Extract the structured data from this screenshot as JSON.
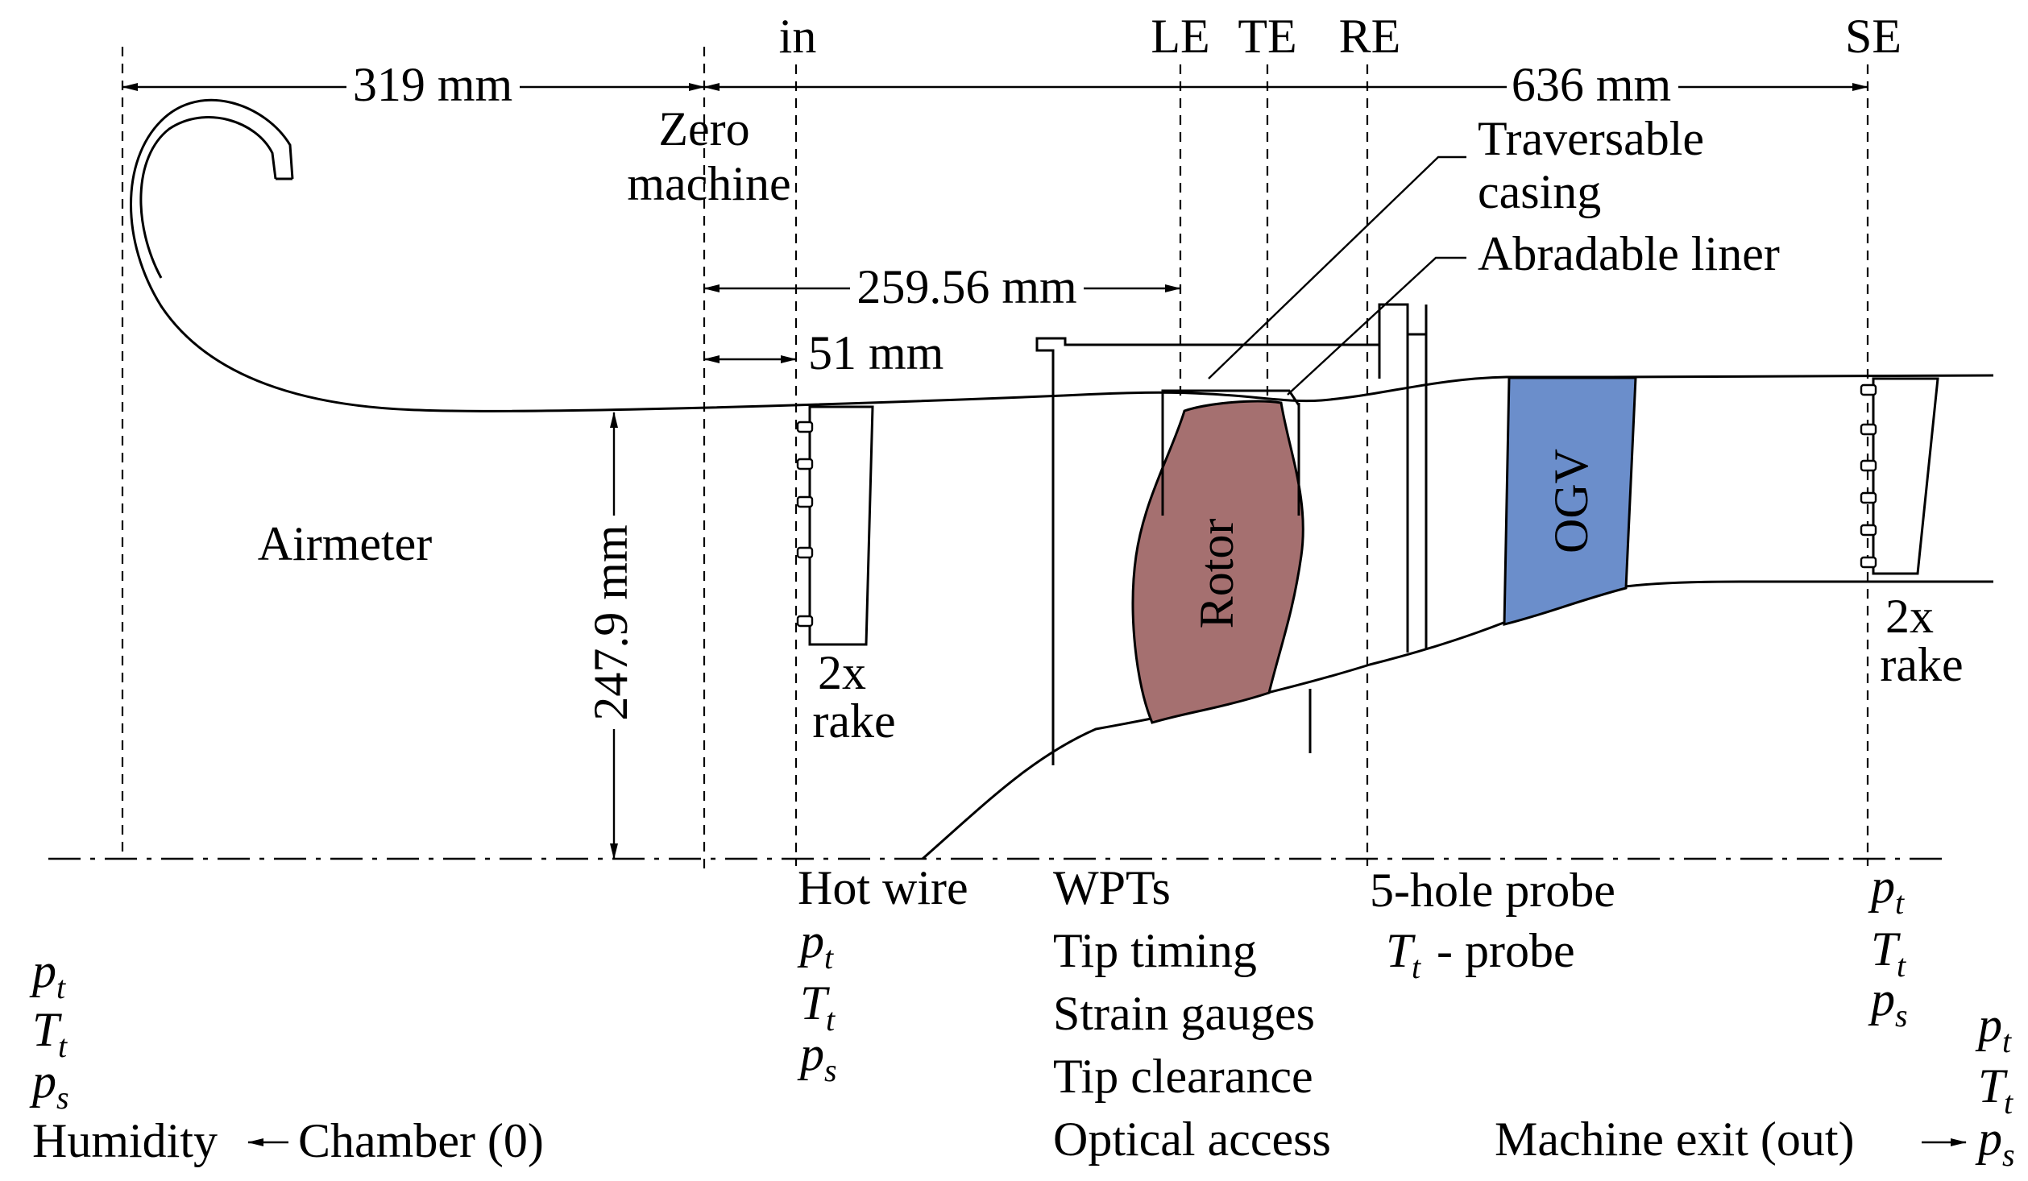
{
  "colors": {
    "rotor": "#a57070",
    "ogv": "#6b8ecb"
  },
  "stations": {
    "in": "in",
    "le": "LE",
    "te": "TE",
    "re": "RE",
    "se": "SE"
  },
  "dimensions": {
    "d319": "319 mm",
    "d636": "636 mm",
    "d259": "259.56 mm",
    "d51": "51 mm",
    "d247": "247.9 mm"
  },
  "labels": {
    "zero_machine_1": "Zero",
    "zero_machine_2": "machine",
    "traversable_1": "Traversable",
    "traversable_2": "casing",
    "abradable": "Abradable liner",
    "airmeter": "Airmeter",
    "rotor": "Rotor",
    "ogv": "OGV",
    "rake_in_1": "2x",
    "rake_in_2": "rake",
    "rake_se_1": "2x",
    "rake_se_2": "rake"
  },
  "measurements": {
    "hot_wire": "Hot wire",
    "wpts": "WPTs",
    "tip_timing": "Tip timing",
    "strain_gauges": "Strain gauges",
    "tip_clearance": "Tip clearance",
    "optical_access": "Optical access",
    "five_hole": "5-hole probe",
    "tt_probe_suffix": " - probe",
    "humidity": "Humidity",
    "chamber": "Chamber (0)",
    "machine_exit": "Machine exit (out)"
  },
  "symbols": {
    "p": "p",
    "T": "T",
    "t": "t",
    "s": "s"
  }
}
